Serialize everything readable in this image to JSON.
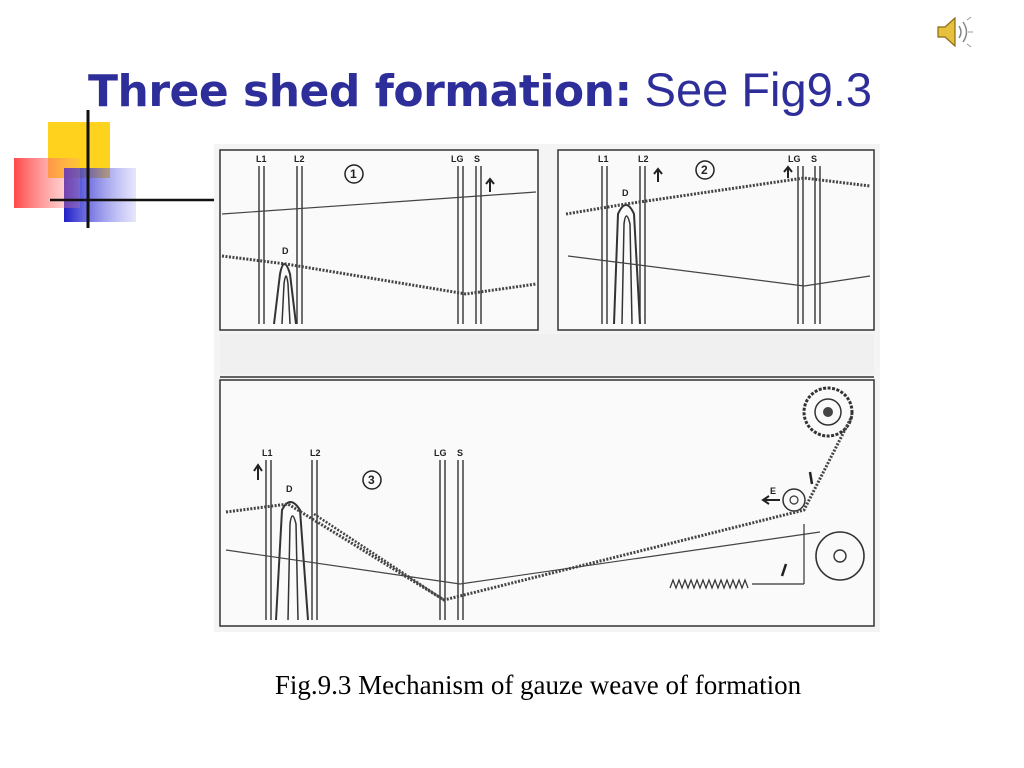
{
  "slide": {
    "title_bold": "Three shed formation:",
    "title_plain": " See Fig9.3",
    "caption": "Fig.9.3 Mechanism of gauze weave of formation"
  },
  "colors": {
    "title": "#2E2E9A",
    "deco_yellow": "#FFD21E",
    "deco_blue": "#2B2BD0",
    "deco_red": "#FF5050"
  },
  "figure": {
    "panel1": {
      "number": "1",
      "labels": [
        "L1",
        "L2",
        "LG",
        "S",
        "D"
      ]
    },
    "panel2": {
      "number": "2",
      "labels": [
        "L1",
        "L2",
        "LG",
        "S",
        "D"
      ]
    },
    "panel3": {
      "number": "3",
      "labels": [
        "L1",
        "L2",
        "LG",
        "S",
        "D",
        "E"
      ]
    }
  },
  "icons": {
    "audio": "speaker-icon"
  }
}
